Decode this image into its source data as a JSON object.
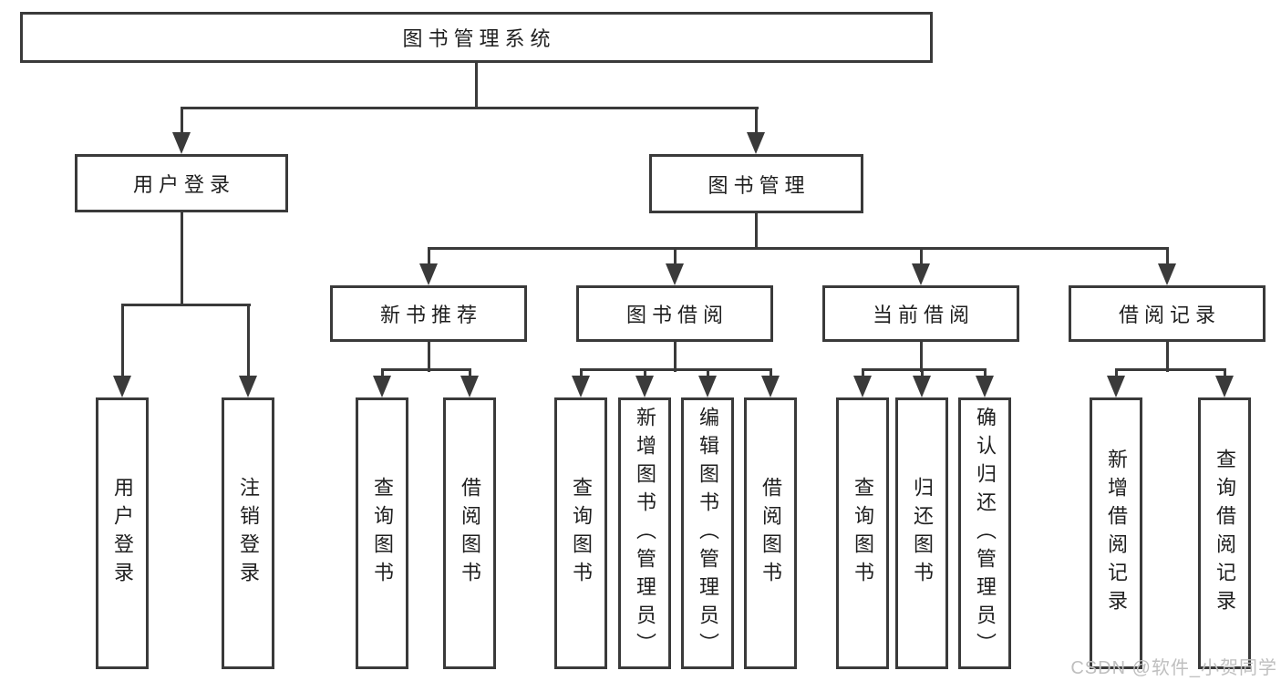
{
  "colors": {
    "line": "#3a3a3a",
    "text": "#1f1f1f",
    "watermark": "#bfbfbf",
    "background": "#ffffff"
  },
  "watermark": {
    "text": "CSDN @软件_小贺同学"
  },
  "tree": {
    "root": "图书管理系统",
    "children": [
      {
        "label": "用户登录",
        "children": [
          "用户登录",
          "注销登录"
        ]
      },
      {
        "label": "图书管理",
        "children": [
          {
            "label": "新书推荐",
            "children": [
              "查询图书",
              "借阅图书"
            ]
          },
          {
            "label": "图书借阅",
            "children": [
              "查询图书",
              "新增图书（管理员）",
              "编辑图书（管理员）",
              "借阅图书"
            ]
          },
          {
            "label": "当前借阅",
            "children": [
              "查询图书",
              "归还图书",
              "确认归还（管理员）"
            ]
          },
          {
            "label": "借阅记录",
            "children": [
              "新增借阅记录",
              "查询借阅记录"
            ]
          }
        ]
      }
    ]
  }
}
